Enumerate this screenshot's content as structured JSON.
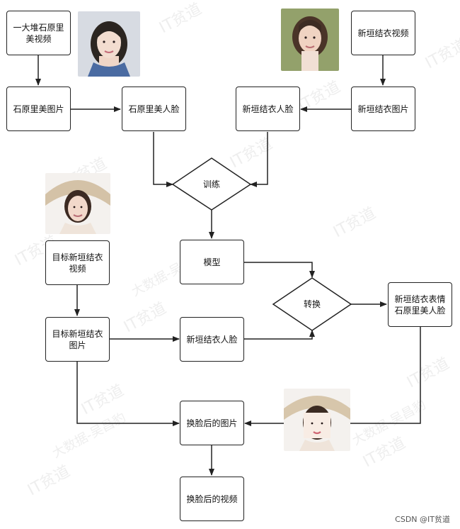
{
  "nodes": {
    "ishihara_video": "一大堆石原里\n美视频",
    "ishihara_image": "石原里美图片",
    "ishihara_face": "石原里美人脸",
    "aragaki_video": "新垣结衣视频",
    "aragaki_image": "新垣结衣图片",
    "aragaki_face_top": "新垣结衣人脸",
    "train": "训练",
    "model": "模型",
    "target_video": "目标新垣结衣\n视频",
    "target_image": "目标新垣结衣\n图片",
    "aragaki_face_bottom": "新垣结衣人脸",
    "convert": "转换",
    "result_face": "新垣结衣表情\n石原里美人脸",
    "swapped_image": "换脸后的图片",
    "swapped_video": "换脸后的视频"
  },
  "watermarks": [
    "IT贫道",
    "IT贫道",
    "IT贫道",
    "IT贫道",
    "IT贫道",
    "IT贫道",
    "IT贫道",
    "IT贫道",
    "IT贫道",
    "IT贫道",
    "IT贫道",
    "IT贫道",
    "IT贫道",
    "大数据-吴昌豹",
    "大数据-吴昌豹",
    "大数据-吴昌豹"
  ],
  "credit": "CSDN @IT贫道",
  "colors": {
    "line": "#222222",
    "background": "#ffffff"
  },
  "icons": {
    "photo_ishihara": "woman-portrait-photo",
    "photo_aragaki": "woman-portrait-photo",
    "photo_target": "woman-with-sunhat-photo",
    "photo_result": "woman-with-sunhat-swapped-face-photo"
  }
}
